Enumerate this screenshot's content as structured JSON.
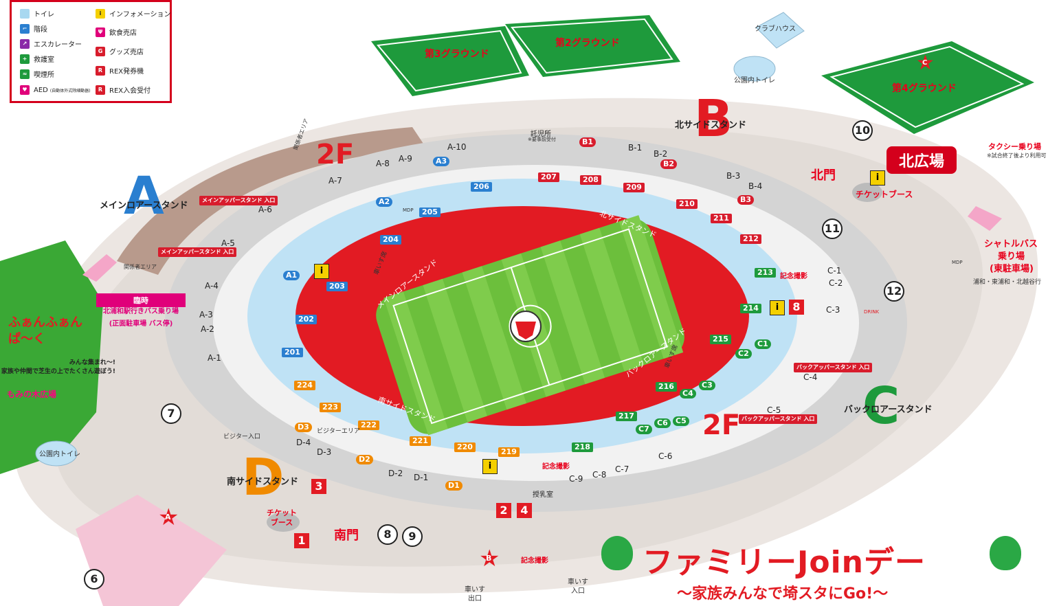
{
  "legend": {
    "items": [
      {
        "icon": "toilet-icon",
        "label": "トイレ",
        "color": "#a8d8f0"
      },
      {
        "icon": "stairs-icon",
        "label": "階段",
        "color": "#2a7fd0"
      },
      {
        "icon": "escalator-icon",
        "label": "エスカレーター",
        "color": "#8a2aa8"
      },
      {
        "icon": "first-aid-icon",
        "label": "救護室",
        "color": "#1e9a3c"
      },
      {
        "icon": "smoking-icon",
        "label": "喫煙所",
        "color": "#1e9a3c"
      },
      {
        "icon": "aed-icon",
        "label": "AED",
        "note": "(自動体外式除細動器)",
        "color": "#e0007a"
      },
      {
        "icon": "information-icon",
        "label": "インフォメーション",
        "color": "#f5d000"
      },
      {
        "icon": "food-icon",
        "label": "飲食売店",
        "color": "#e0007a"
      },
      {
        "icon": "goods-icon",
        "label": "グッズ売店",
        "color": "#d81c2c"
      },
      {
        "icon": "rex-ticket-icon",
        "label": "REX発券機",
        "color": "#d81c2c"
      },
      {
        "icon": "rex-club-icon",
        "label": "REX入会受付",
        "color": "#d81c2c"
      }
    ]
  },
  "fields": {
    "ground3": "第3グラウンド",
    "ground2": "第2グラウンド",
    "ground4": "第4グラウンド",
    "clubhouse": "クラブハウス",
    "park_toilet": "公園内トイレ"
  },
  "stands": {
    "A": "A",
    "A_name": "メインロアースタンド",
    "B": "B",
    "B_name": "北サイドスタンド",
    "C": "C",
    "C_name": "バックロアースタンド",
    "D": "D",
    "D_name": "南サイドスタンド",
    "north_side": "北サイドスタンド",
    "main_lower": "メインロアースタンド",
    "back_lower": "バックロアースタンド",
    "south_side": "南サイドスタンド",
    "main_upper_entry1": "メインアッパースタンド 入口",
    "main_upper_entry2": "メインアッパースタンド 入口",
    "back_upper_entry1": "バックアッパースタンド 入口",
    "back_upper_entry2": "バックアッパースタンド 入口",
    "wheelchair_seats1": "車いす席",
    "wheelchair_seats2": "車いす席",
    "floor_2f_a": "2F",
    "floor_2f_b": "2F"
  },
  "sections": {
    "upper_blue": [
      "201",
      "202",
      "203",
      "204",
      "205",
      "206"
    ],
    "upper_red": [
      "207",
      "208",
      "209",
      "210",
      "211",
      "212"
    ],
    "upper_green": [
      "213",
      "214",
      "215",
      "216",
      "217",
      "218"
    ],
    "upper_orange": [
      "219",
      "220",
      "221",
      "222",
      "223",
      "224"
    ]
  },
  "entrances": {
    "A": [
      "A-1",
      "A-2",
      "A-3",
      "A-4",
      "A-5",
      "A-6",
      "A-7",
      "A-8",
      "A-9",
      "A-10"
    ],
    "B": [
      "B-1",
      "B-2",
      "B-3",
      "B-4"
    ],
    "C": [
      "C-1",
      "C-2",
      "C-3",
      "C-4",
      "C-5",
      "C-6",
      "C-7",
      "C-8",
      "C-9"
    ],
    "D": [
      "D-1",
      "D-2",
      "D-3",
      "D-4"
    ]
  },
  "gates": {
    "A1": "A1",
    "A2": "A2",
    "A3": "A3",
    "B1": "B1",
    "B2": "B2",
    "B3": "B3",
    "C1": "C1",
    "C2": "C2",
    "C3": "C3",
    "C4": "C4",
    "C5": "C5",
    "C6": "C6",
    "C7": "C7",
    "D1": "D1",
    "D2": "D2",
    "D3": "D3"
  },
  "places": {
    "north_plaza": "北広場",
    "north_gate": "北門",
    "south_gate": "南門",
    "ticket_booth_north": "チケットブース",
    "ticket_booth_south": "チケット\nブース",
    "taxi": "タクシー乗り場",
    "taxi_note": "※試合終了後より利用可",
    "shuttle1": "シャトルバス",
    "shuttle2": "乗り場",
    "shuttle3": "(東駐車場)",
    "shuttle_dest": "浦和・東浦和・北越谷行",
    "temp_bus1": "臨時",
    "temp_bus2": "北浦和駅行きバス乗り場",
    "temp_bus3": "(正面駐車場 バス停)",
    "fun_park": "ふぁんふぁん\nぱ〜く",
    "fun_park_sub": "みんな集まれ〜!\n家族や仲間で芝生の上でたくさん遊ぼう!",
    "momi_plaza": "もみの木広場",
    "nursery": "託児所",
    "nursery_note": "※要事前受付",
    "nursing": "授乳室",
    "photo1": "記念撮影",
    "photo2": "記念撮影",
    "photo3": "記念撮影",
    "visitor_entry": "ビジター入口",
    "visitor_area": "ビジターエリア",
    "staff_area1": "関係者エリア",
    "staff_area2": "関係者エリア",
    "wheelchair_exit": "車いす\n出口",
    "wheelchair_entry": "車いす\n入口",
    "mdp": "MDP",
    "drink": "DRINK"
  },
  "numbers": {
    "n1": "1",
    "n2": "2",
    "n3": "3",
    "n4": "4",
    "n6": "6",
    "n7": "7",
    "n8": "8",
    "n9": "9",
    "n10": "10",
    "n11": "11",
    "n12": "12"
  },
  "star_markers": {
    "A": "A",
    "B": "B",
    "C": "C"
  },
  "event": {
    "title": "ファミリーJoinデー",
    "subtitle": "〜家族みんなで埼スタにGo!〜"
  },
  "colors": {
    "brand_red": "#e8001c",
    "pitch_green": "#6cbf3c",
    "stand_red": "#e21b23",
    "upper_blue": "#2a7fd0",
    "upper_green": "#1e9a3c",
    "upper_orange": "#f08a00",
    "concourse_gray": "#d9d9d9"
  }
}
